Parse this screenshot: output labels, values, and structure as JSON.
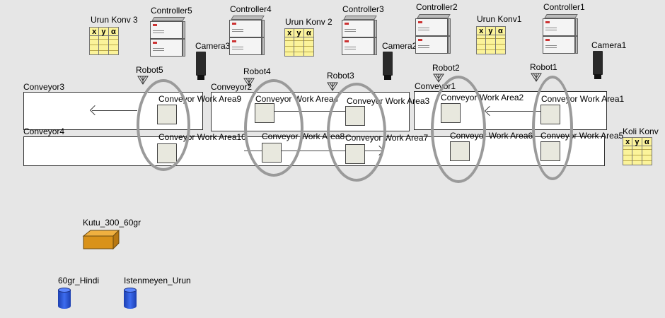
{
  "tables": {
    "urun_konv3": "Urun Konv 3",
    "urun_konv2": "Urun Konv 2",
    "urun_konv1": "Urun Konv1",
    "koli_konv": "Koli Konv",
    "headers": [
      "x",
      "y",
      "α"
    ]
  },
  "controllers": {
    "c5": "Controller5",
    "c4": "Controller4",
    "c3": "Controller3",
    "c2": "Controller2",
    "c1": "Controller1"
  },
  "cameras": {
    "cam3": "Camera3",
    "cam2": "Camera2",
    "cam1": "Camera1"
  },
  "robots": {
    "r5": "Robot5",
    "r4": "Robot4",
    "r3": "Robot3",
    "r2": "Robot2",
    "r1": "Robot1"
  },
  "conveyors": {
    "c3": "Conveyor3",
    "c2": "Conveyor2",
    "c1": "Conveyor1",
    "c4": "Conveyor4"
  },
  "work_areas": {
    "wa9": "Conveyor Work Area9",
    "wa4": "Conveyor Work Area4",
    "wa3": "Conveyor Work Area3",
    "wa2": "Conveyor Work Area2",
    "wa1": "Conveyor Work Area1",
    "wa10": "Conveyor Work Area10",
    "wa8": "Conveyor Work Area8",
    "wa7": "Conveyor Work Area7",
    "wa6": "Conveyor Work Area6",
    "wa5": "Conveyor Work Area5"
  },
  "parts": {
    "box": "Kutu_300_60gr",
    "hindi": "60gr_Hindi",
    "istenmeyen": "Istenmeyen_Urun"
  },
  "colors": {
    "ellipse": "#9a9a9a",
    "table": "#fbf39a",
    "box": "#d9921a",
    "cylinder": "#2a55d8"
  }
}
